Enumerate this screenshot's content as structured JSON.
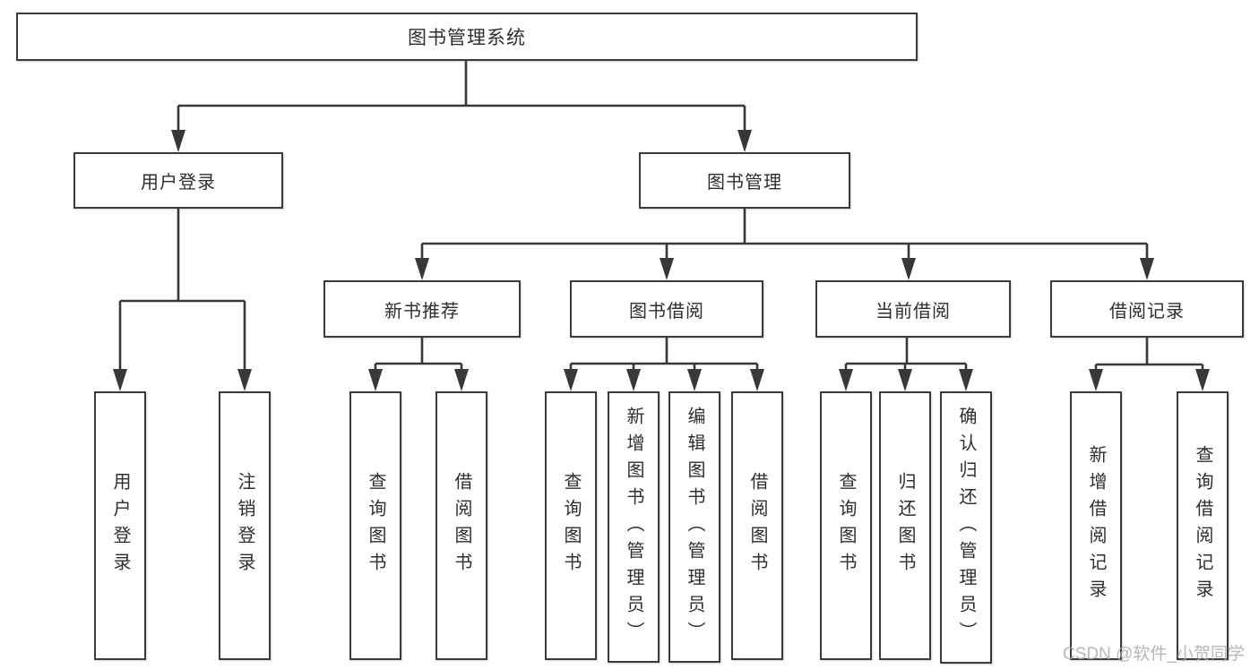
{
  "title": "图书管理系统",
  "watermark": "CSDN @软件_小贺同学",
  "colors": {
    "background": "#ffffff",
    "line": "#383838",
    "box_border": "#3a3a3a",
    "text": "#2e2e2e",
    "watermark": "#ababab"
  },
  "nodes": {
    "root": "图书管理系统",
    "user_login_group": "用户登录",
    "book_mgmt_group": "图书管理",
    "new_book_rec": "新书推荐",
    "book_borrow": "图书借阅",
    "current_borrow": "当前借阅",
    "borrow_record": "借阅记录",
    "user_login": "用户登录",
    "logout": "注销登录",
    "rec_query_book": "查询图书",
    "rec_borrow_book": "借阅图书",
    "bb_query_book": "查询图书",
    "bb_add_book": "新增图书（管理员）",
    "bb_edit_book": "编辑图书（管理员）",
    "bb_borrow_book": "借阅图书",
    "cb_query_book": "查询图书",
    "cb_return_book": "归还图书",
    "cb_confirm_return": "确认归还（管理员）",
    "br_add_record": "新增借阅记录",
    "br_query_record": "查询借阅记录"
  },
  "edges": [
    [
      "root",
      "user_login_group"
    ],
    [
      "root",
      "book_mgmt_group"
    ],
    [
      "user_login_group",
      "user_login"
    ],
    [
      "user_login_group",
      "logout"
    ],
    [
      "book_mgmt_group",
      "new_book_rec"
    ],
    [
      "book_mgmt_group",
      "book_borrow"
    ],
    [
      "book_mgmt_group",
      "current_borrow"
    ],
    [
      "book_mgmt_group",
      "borrow_record"
    ],
    [
      "new_book_rec",
      "rec_query_book"
    ],
    [
      "new_book_rec",
      "rec_borrow_book"
    ],
    [
      "book_borrow",
      "bb_query_book"
    ],
    [
      "book_borrow",
      "bb_add_book"
    ],
    [
      "book_borrow",
      "bb_edit_book"
    ],
    [
      "book_borrow",
      "bb_borrow_book"
    ],
    [
      "current_borrow",
      "cb_query_book"
    ],
    [
      "current_borrow",
      "cb_return_book"
    ],
    [
      "current_borrow",
      "cb_confirm_return"
    ],
    [
      "borrow_record",
      "br_add_record"
    ],
    [
      "borrow_record",
      "br_query_record"
    ]
  ]
}
